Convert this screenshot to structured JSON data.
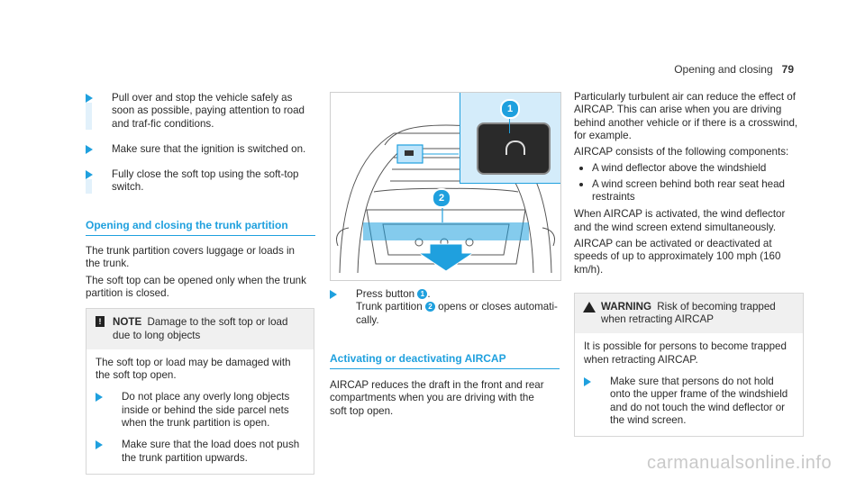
{
  "header": {
    "section": "Opening and closing",
    "page": "79"
  },
  "col1": {
    "steps": [
      "Pull over and stop the vehicle safely as soon as possible, paying attention to road and traf-fic conditions.",
      "Make sure that the ignition is switched on.",
      "Fully close the soft top using the soft-top switch."
    ],
    "section_title": "Opening and closing the trunk partition",
    "para1": "The trunk partition covers luggage or loads in the trunk.",
    "para2": "The soft top can be opened only when the trunk partition is closed.",
    "note": {
      "label": "NOTE",
      "title": "Damage to the soft top or load due to long objects",
      "body": "The soft top or load may be damaged with the soft top open.",
      "steps": [
        "Do not place any overly long objects inside or behind the side parcel nets when the trunk partition is open.",
        "Make sure that the load does not push the trunk partition upwards."
      ]
    }
  },
  "col2": {
    "callouts": [
      "1",
      "2"
    ],
    "step_line1": "Press button",
    "step_line1_end": ".",
    "step_line2a": "Trunk partition",
    "step_line2b": "opens or closes automati-cally.",
    "section_title": "Activating or deactivating AIRCAP",
    "para": "AIRCAP reduces the draft in the front and rear compartments when you are driving with the soft top open."
  },
  "col3": {
    "para1": "Particularly turbulent air can reduce the effect of AIRCAP. This can arise when you are driving behind another vehicle or if there is a crosswind, for example.",
    "para2": "AIRCAP consists of the following components:",
    "bullets": [
      "A wind deflector above the windshield",
      "A wind screen behind both rear seat head restraints"
    ],
    "para3": "When AIRCAP is activated, the wind deflector and the wind screen extend simultaneously.",
    "para4": "AIRCAP can be activated or deactivated at speeds of up to approximately 100 mph (160 km/h).",
    "warning": {
      "label": "WARNING",
      "title": "Risk of becoming trapped when retracting AIRCAP",
      "body": "It is possible for persons to become trapped when retracting AIRCAP.",
      "step": "Make sure that persons do not hold onto the upper frame of the windshield and do not touch the wind deflector or the wind screen."
    }
  },
  "watermark": "carmanualsonline.info",
  "colors": {
    "accent": "#1fa0de",
    "note_bg": "#f0f0f0",
    "illustration_bg": "#d4ecfa"
  }
}
